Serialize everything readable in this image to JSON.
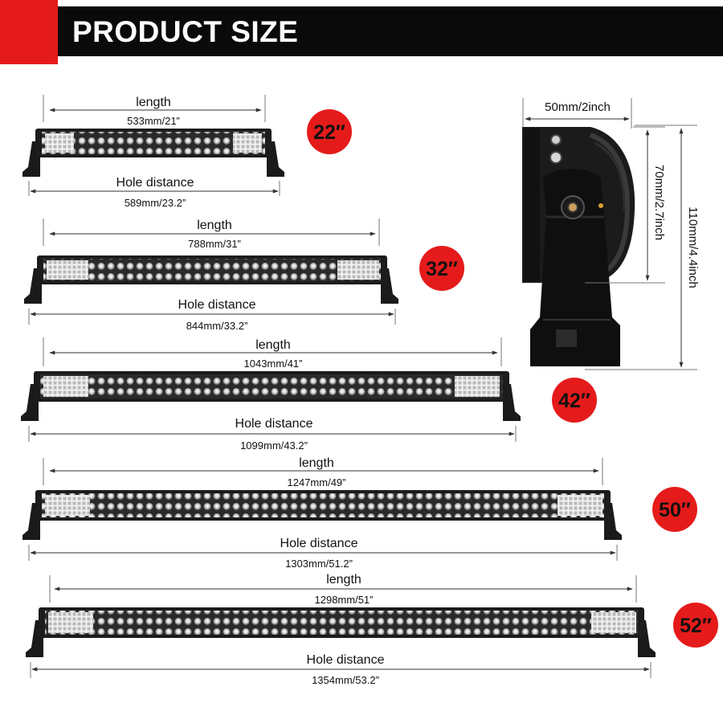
{
  "header": {
    "title": "PRODUCT SIZE"
  },
  "colors": {
    "accent_red": "#e51b1b",
    "header_black": "#0a0a0a"
  },
  "bars": [
    {
      "size_label": "22″",
      "length_label": "length",
      "length_value": "533mm/21”",
      "hole_label": "Hole distance",
      "hole_value": "589mm/23.2”"
    },
    {
      "size_label": "32″",
      "length_label": "length",
      "length_value": "788mm/31”",
      "hole_label": "Hole distance",
      "hole_value": "844mm/33.2”"
    },
    {
      "size_label": "42″",
      "length_label": "length",
      "length_value": "1043mm/41”",
      "hole_label": "Hole distance",
      "hole_value": "1099mm/43.2”"
    },
    {
      "size_label": "50″",
      "length_label": "length",
      "length_value": "1247mm/49”",
      "hole_label": "Hole distance",
      "hole_value": "1303mm/51.2”"
    },
    {
      "size_label": "52″",
      "length_label": "length",
      "length_value": "1298mm/51”",
      "hole_label": "Hole distance",
      "hole_value": "1354mm/53.2”"
    }
  ],
  "side_view": {
    "width_value": "50mm/2inch",
    "body_height_value": "70mm/2.7inch",
    "total_height_value": "110mm/4.4inch"
  }
}
